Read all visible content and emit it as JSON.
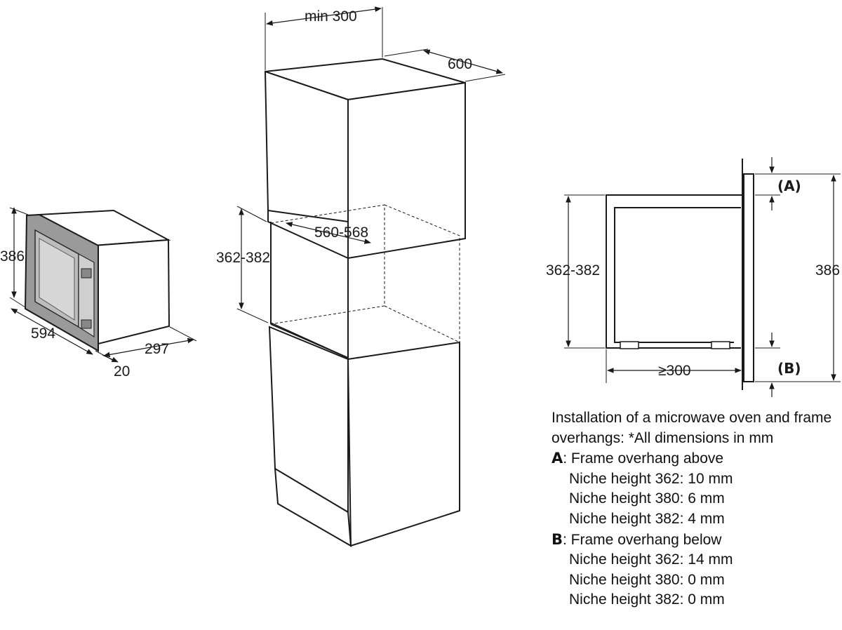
{
  "microwave": {
    "height": "386",
    "width": "594",
    "depth": "297",
    "frame": "20"
  },
  "cabinet": {
    "min_top": "min 300",
    "depth": "600",
    "niche_height": "362-382",
    "niche_width": "560-568"
  },
  "section": {
    "niche_height": "362-382",
    "depth_min": "≥300",
    "frame_height": "386",
    "label_a": "(A)",
    "label_b": "(B)"
  },
  "notes": {
    "intro_line1": "Installation of a microwave oven and frame",
    "intro_line2": "overhangs: *All dimensions in mm",
    "a_key": "A",
    "a_title": ": Frame overhang above",
    "a_items": [
      "Niche height 362: 10 mm",
      "Niche height 380: 6 mm",
      "Niche height 382: 4 mm"
    ],
    "b_key": "B",
    "b_title": ": Frame overhang below",
    "b_items": [
      "Niche height 362: 14 mm",
      "Niche height 380: 0 mm",
      "Niche height 382: 0 mm"
    ]
  }
}
